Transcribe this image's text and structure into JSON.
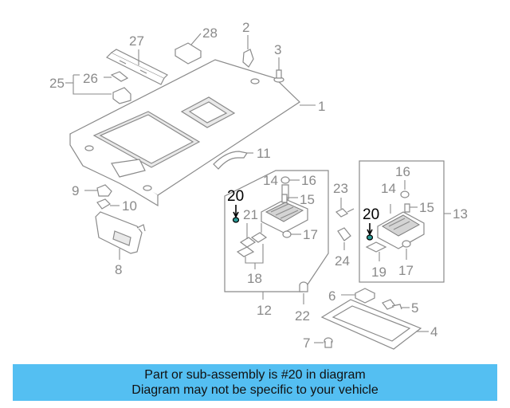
{
  "diagram": {
    "callouts": {
      "c1": "1",
      "c2": "2",
      "c3": "3",
      "c4": "4",
      "c5": "5",
      "c6": "6",
      "c7": "7",
      "c8": "8",
      "c9": "9",
      "c10": "10",
      "c11": "11",
      "c12": "12",
      "c13": "13",
      "c14a": "14",
      "c14b": "14",
      "c15a": "15",
      "c15b": "15",
      "c16a": "16",
      "c16b": "16",
      "c17a": "17",
      "c17b": "17",
      "c18": "18",
      "c19": "19",
      "c20a": "20",
      "c20b": "20",
      "c21": "21",
      "c22": "22",
      "c23": "23",
      "c24": "24",
      "c25": "25",
      "c26": "26",
      "c27": "27",
      "c28": "28"
    },
    "highlight_color": "#000000",
    "callout_color": "#8a8a8a"
  },
  "banner": {
    "line1": "Part or sub-assembly is #20 in diagram",
    "line2": "Diagram may not be specific to your vehicle",
    "color": "#54bff2"
  }
}
